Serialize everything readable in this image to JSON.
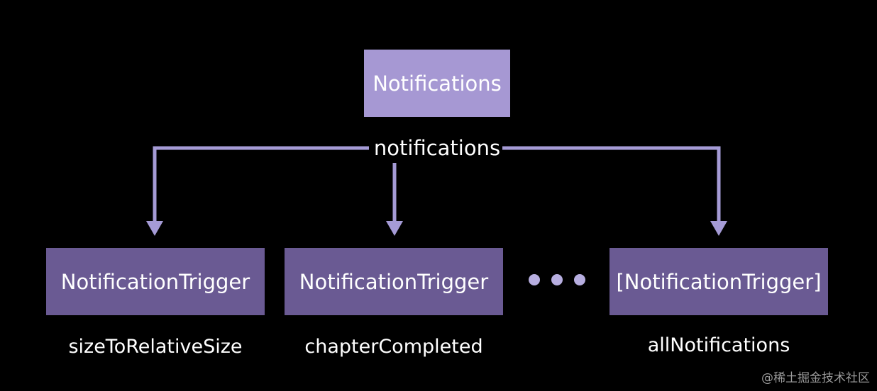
{
  "diagram": {
    "root": {
      "label": "Notifications"
    },
    "edge_label": "notifications",
    "children": [
      {
        "type_label": "NotificationTrigger",
        "property": "sizeToRelativeSize"
      },
      {
        "type_label": "NotificationTrigger",
        "property": "chapterCompleted"
      },
      {
        "type_label": "[NotificationTrigger]",
        "property": "allNotifications"
      }
    ],
    "ellipsis": "more-items"
  },
  "watermark": "@稀土掘金技术社区",
  "colors": {
    "background": "#000000",
    "root_box": "#a698d3",
    "child_box": "#6a5a93",
    "connector": "#a59bd6",
    "text": "#ffffff"
  }
}
